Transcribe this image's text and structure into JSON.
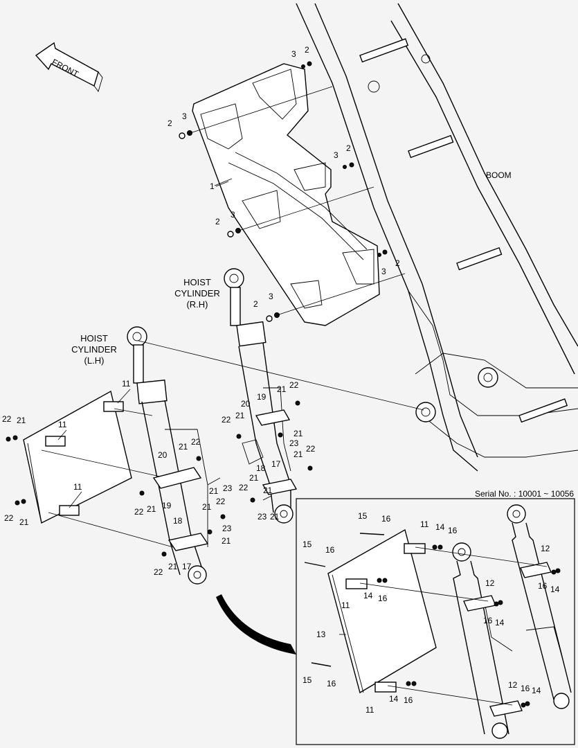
{
  "labels": {
    "front": "FRONT",
    "boom": "BOOM",
    "hoist_rh_line1": "HOIST",
    "hoist_rh_line2": "CYLINDER",
    "hoist_rh_line3": "(R.H)",
    "hoist_lh_line1": "HOIST",
    "hoist_lh_line2": "CYLINDER",
    "hoist_lh_line3": "(L.H)",
    "serial": "Serial No. : 10001 ~ 10056"
  },
  "callouts": {
    "n1": "1",
    "n2": "2",
    "n3": "3",
    "n11": "11",
    "n12": "12",
    "n13": "13",
    "n14": "14",
    "n15": "15",
    "n16": "16",
    "n17": "17",
    "n18": "18",
    "n19": "19",
    "n20": "20",
    "n21": "21",
    "n22": "22",
    "n23": "23"
  }
}
